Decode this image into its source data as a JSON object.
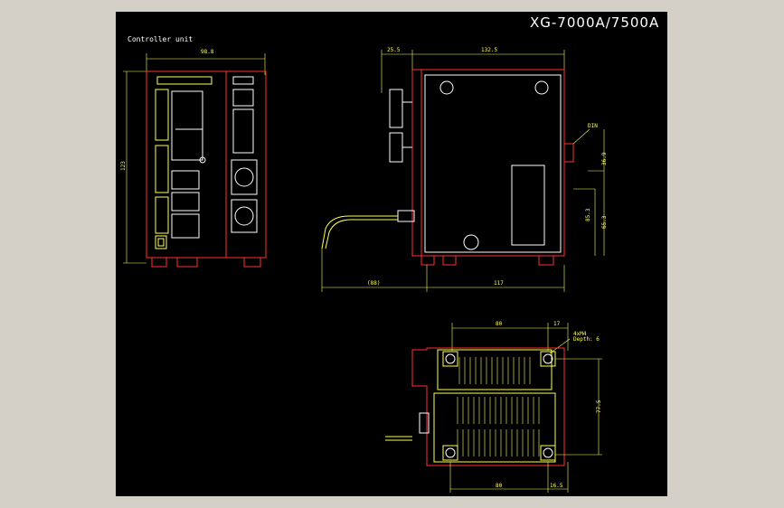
{
  "title": "XG-7000A/7500A",
  "caption": "Controller unit",
  "front_view": {
    "width_dim": "98.8",
    "height_dim": "123"
  },
  "side_view": {
    "dim_a": "25.5",
    "dim_b": "132.5",
    "din_label": "DIN",
    "dim_c": "36.9",
    "dim_d": "85.3",
    "dim_e": "65.3",
    "cable_dim": "(88)",
    "depth_dim": "117"
  },
  "bottom_view": {
    "top_dim": "80",
    "top_right_dim": "17",
    "hole_note_1": "4xM4",
    "hole_note_2": "Depth: 6",
    "height_dim": "77.5",
    "bottom_dim": "80",
    "bottom_right_dim": "16.5"
  },
  "colors": {
    "background": "#000000",
    "outline": "#ff3030",
    "detail": "#ffff55",
    "text": "#ffffff"
  }
}
